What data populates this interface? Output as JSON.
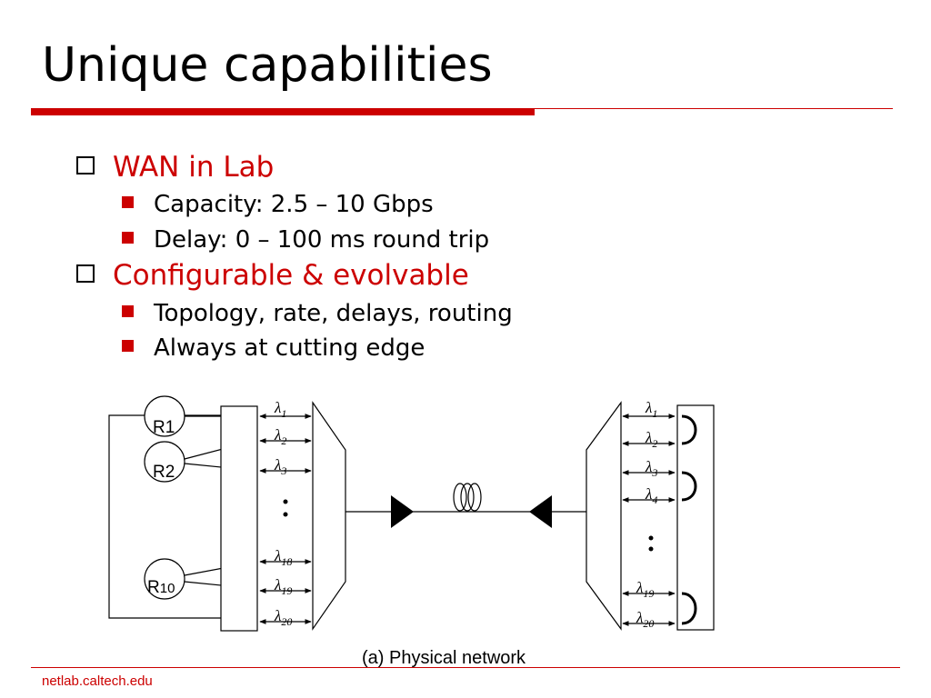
{
  "slide": {
    "title": "Unique capabilities",
    "bullets": [
      {
        "text": "WAN in Lab",
        "sub": [
          "Capacity: 2.5 – 10 Gbps",
          "Delay: 0 – 100 ms round trip"
        ]
      },
      {
        "text": "Configurable & evolvable",
        "sub": [
          "Topology, rate, delays, routing",
          "Always at cutting edge"
        ]
      }
    ],
    "footer": "netlab.caltech.edu",
    "accent_color": "#cc0000"
  },
  "diagram": {
    "routers": [
      "R1",
      "R2",
      "R10"
    ],
    "left_wavelengths": [
      "λ1",
      "λ2",
      "λ3",
      "λ18",
      "λ19",
      "λ20"
    ],
    "right_wavelengths": [
      "λ1",
      "λ2",
      "λ3",
      "λ4",
      "λ19",
      "λ20"
    ],
    "caption": "(a) Physical network"
  }
}
